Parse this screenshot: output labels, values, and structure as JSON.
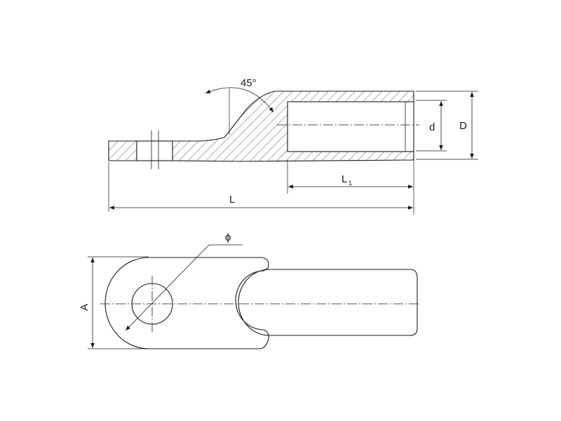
{
  "labels": {
    "angle": "45°",
    "d": "d",
    "D": "D",
    "L1_main": "L",
    "L1_sub": "1",
    "L": "L",
    "phi": "ϕ",
    "A": "A"
  }
}
